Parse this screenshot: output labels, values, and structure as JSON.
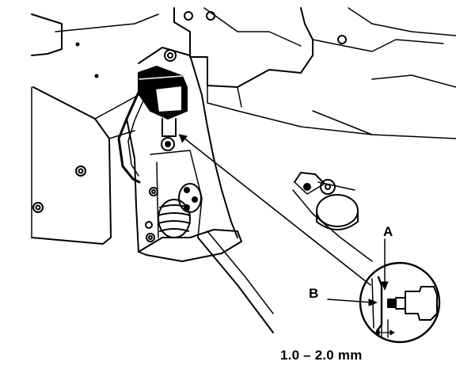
{
  "callouts": {
    "a": "A",
    "b": "B"
  },
  "dimension": {
    "clearance": "1.0 – 2.0 mm"
  },
  "colors": {
    "ink": "#000000",
    "paper": "#ffffff"
  }
}
